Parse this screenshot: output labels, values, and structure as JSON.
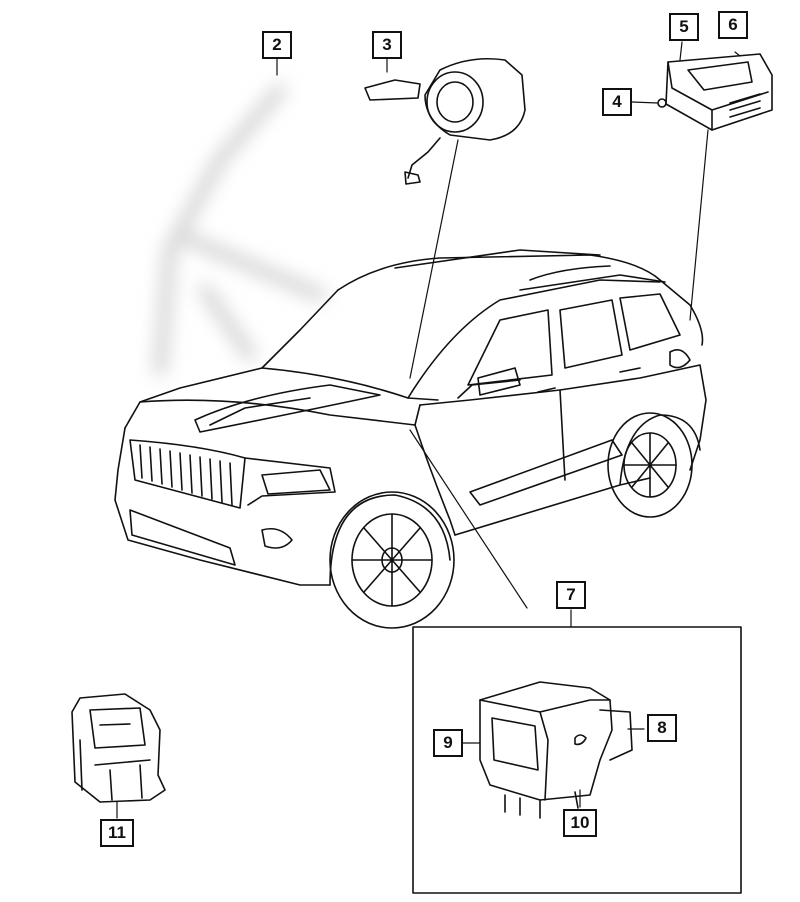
{
  "diagram": {
    "callouts": [
      "2",
      "3",
      "4",
      "5",
      "6",
      "7",
      "8",
      "9",
      "10",
      "11"
    ]
  },
  "colors": {
    "line": "#111111",
    "background": "#ffffff",
    "blur": "#cfcfcf"
  }
}
